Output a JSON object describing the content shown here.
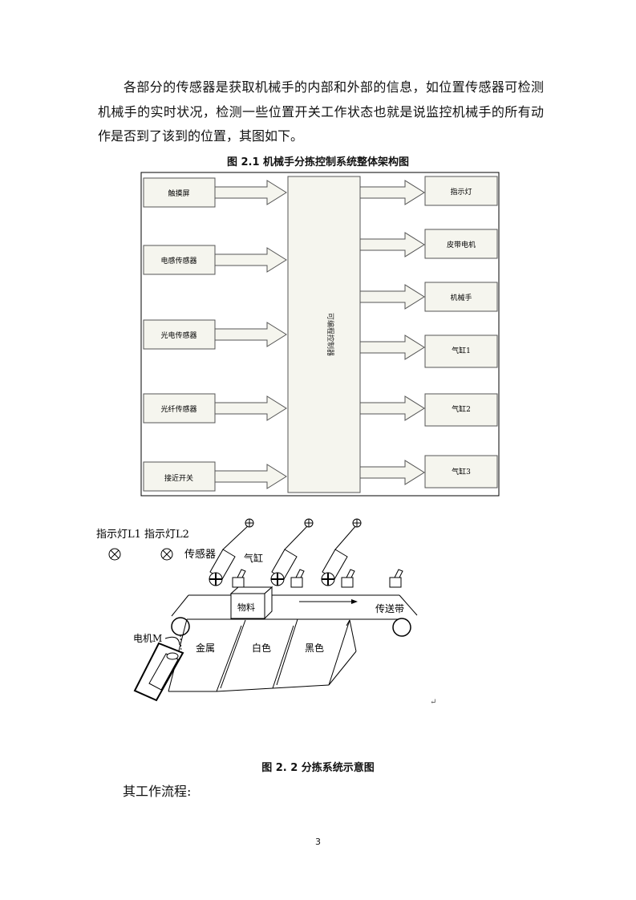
{
  "intro_paragraph": "各部分的传感器是获取机械手的内部和外部的信息，如位置传感器可检测机械手的实时状况，检测一些位置开关工作状态也就是说监控机械手的所有动作是否到了该到的位置，其图如下。",
  "figure1": {
    "caption": "图 2.1  机械手分拣控制系统整体架构图",
    "inputs": [
      "触摸屏",
      "电感传感器",
      "光电传感器",
      "光纤传感器",
      "接近开关"
    ],
    "controller": "可编程控制器",
    "outputs": [
      "指示灯",
      "皮带电机",
      "机械手",
      "气缸1",
      "气缸2",
      "气缸3"
    ]
  },
  "figure2": {
    "caption": "图 2. 2  分拣系统示意图",
    "lamps_label": "指示灯L1  指示灯L2",
    "sensor_label": "传感器",
    "cylinder_label": "气缸",
    "material_label": "物料",
    "conveyor_label": "传送带",
    "motor_label": "电机M",
    "bin_labels": [
      "金属",
      "白色",
      "黑色"
    ],
    "return_mark": "↵"
  },
  "body_line": "其工作流程:",
  "page_number": "3"
}
